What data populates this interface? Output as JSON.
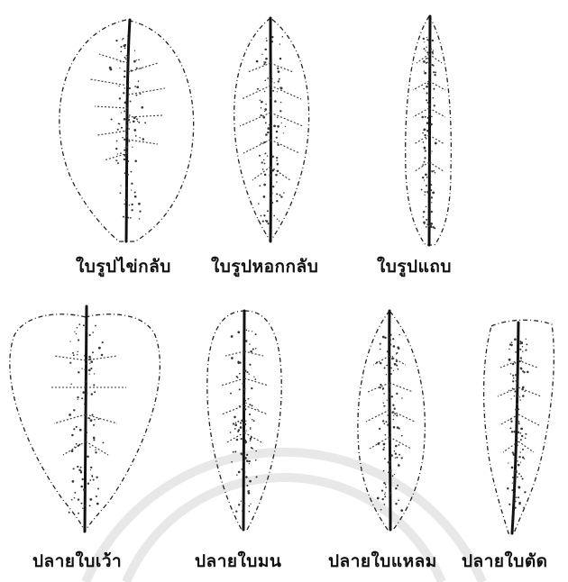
{
  "top_row": [
    {
      "label": "ใบรูปไข่กลับ",
      "shape": "obovate"
    },
    {
      "label": "ใบรูปหอกกลับ",
      "shape": "oblanceolate"
    },
    {
      "label": "ใบรูปแถบ",
      "shape": "linear"
    }
  ],
  "bottom_row": [
    {
      "label": "ปลายใบเว้า",
      "shape": "emarginate-tip"
    },
    {
      "label": "ปลายใบมน",
      "shape": "obtuse-tip"
    },
    {
      "label": "ปลายใบแหลม",
      "shape": "acute-tip"
    },
    {
      "label": "ปลายใบตัด",
      "shape": "truncate-tip"
    }
  ]
}
